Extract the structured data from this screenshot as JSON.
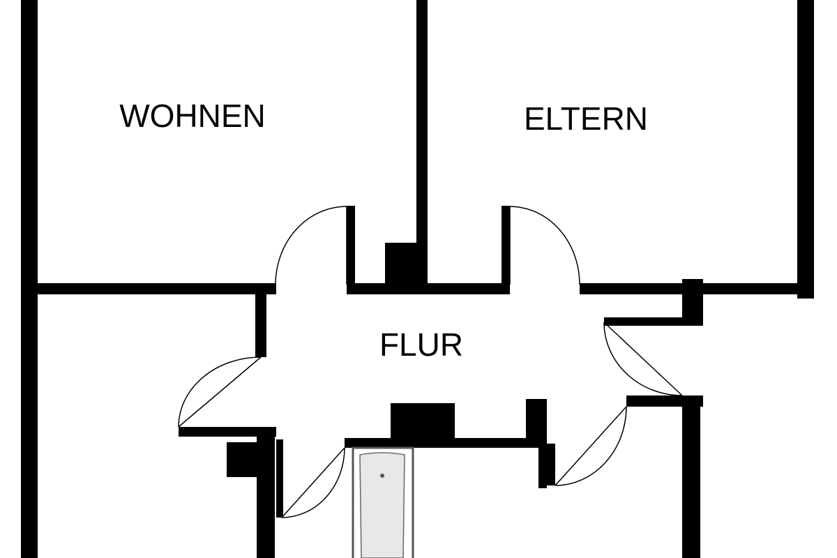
{
  "floor_plan": {
    "rooms": {
      "wohnen": "WOHNEN",
      "eltern": "ELTERN",
      "flur": "FLUR"
    },
    "colors": {
      "wall": "#000000",
      "background": "#ffffff",
      "fixture_fill": "#e8e8e8"
    }
  }
}
